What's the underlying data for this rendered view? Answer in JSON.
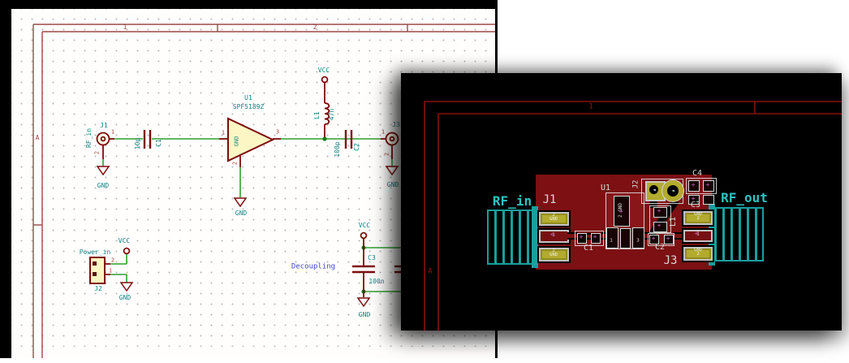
{
  "schematic": {
    "sheet": {
      "col1": "1",
      "col2": "2",
      "row_a": "A"
    },
    "rf_in_label": "RF_in",
    "j1": {
      "ref": "J1",
      "pin1": "1",
      "pin2": "2",
      "gnd": "GND"
    },
    "c1": {
      "ref": "C1",
      "value": "10p"
    },
    "u1": {
      "ref": "U1",
      "part": "SPF5189Z",
      "pin1": "1",
      "pin2": "2",
      "pin3": "3",
      "pin_gnd": "GND",
      "gnd": "GND"
    },
    "l1": {
      "ref": "L1",
      "value": "47n",
      "vcc": "VCC"
    },
    "c2": {
      "ref": "C2",
      "value": "100p"
    },
    "j3": {
      "ref": "J3",
      "pin1": "1",
      "pin2": "2",
      "gnd": "GND"
    },
    "power": {
      "label": "Power_in",
      "vcc": "VCC",
      "ref": "J2",
      "pin1": "1",
      "pin2": "2",
      "gnd": "GND"
    },
    "decap": {
      "note": "Decoupling",
      "vcc": "VCC",
      "ref": "C3",
      "value": "100n",
      "gnd": "GND"
    }
  },
  "pcb": {
    "sheet": {
      "col1": "1",
      "row_a": "A"
    },
    "net_in": "RF_in",
    "net_out": "RF_out",
    "refs": {
      "j1": "J1",
      "u1": "U1",
      "j2": "J2",
      "j3": "J3",
      "c1": "C1",
      "c2": "C2",
      "c3": "C3",
      "c4": "C4",
      "l1": "L1"
    },
    "pads": {
      "gnd2_top": "2\nGND",
      "gnd2_bot": "2\nGND",
      "gnd2_r": "GND\n2",
      "p1": "1",
      "p3": "3",
      "u1_top": "2 GND"
    },
    "ratsnest_glyph": "+",
    "tht_glyph": "◄"
  },
  "colors": {
    "schematic_frame": "#9d4848",
    "symbol_outline": "#7d0c0c",
    "symbol_fill": "#fcf6c5",
    "wire_green": "#2f9e2f",
    "teal_text": "#128484",
    "blue_note": "#4247cb",
    "pcb_frame": "#8a0f0f",
    "board_copper": "#7c1013",
    "pad_yellow": "#b3ab2e",
    "silkscreen": "#d8d8d8",
    "pcb_net_text": "#2fc1c1"
  }
}
